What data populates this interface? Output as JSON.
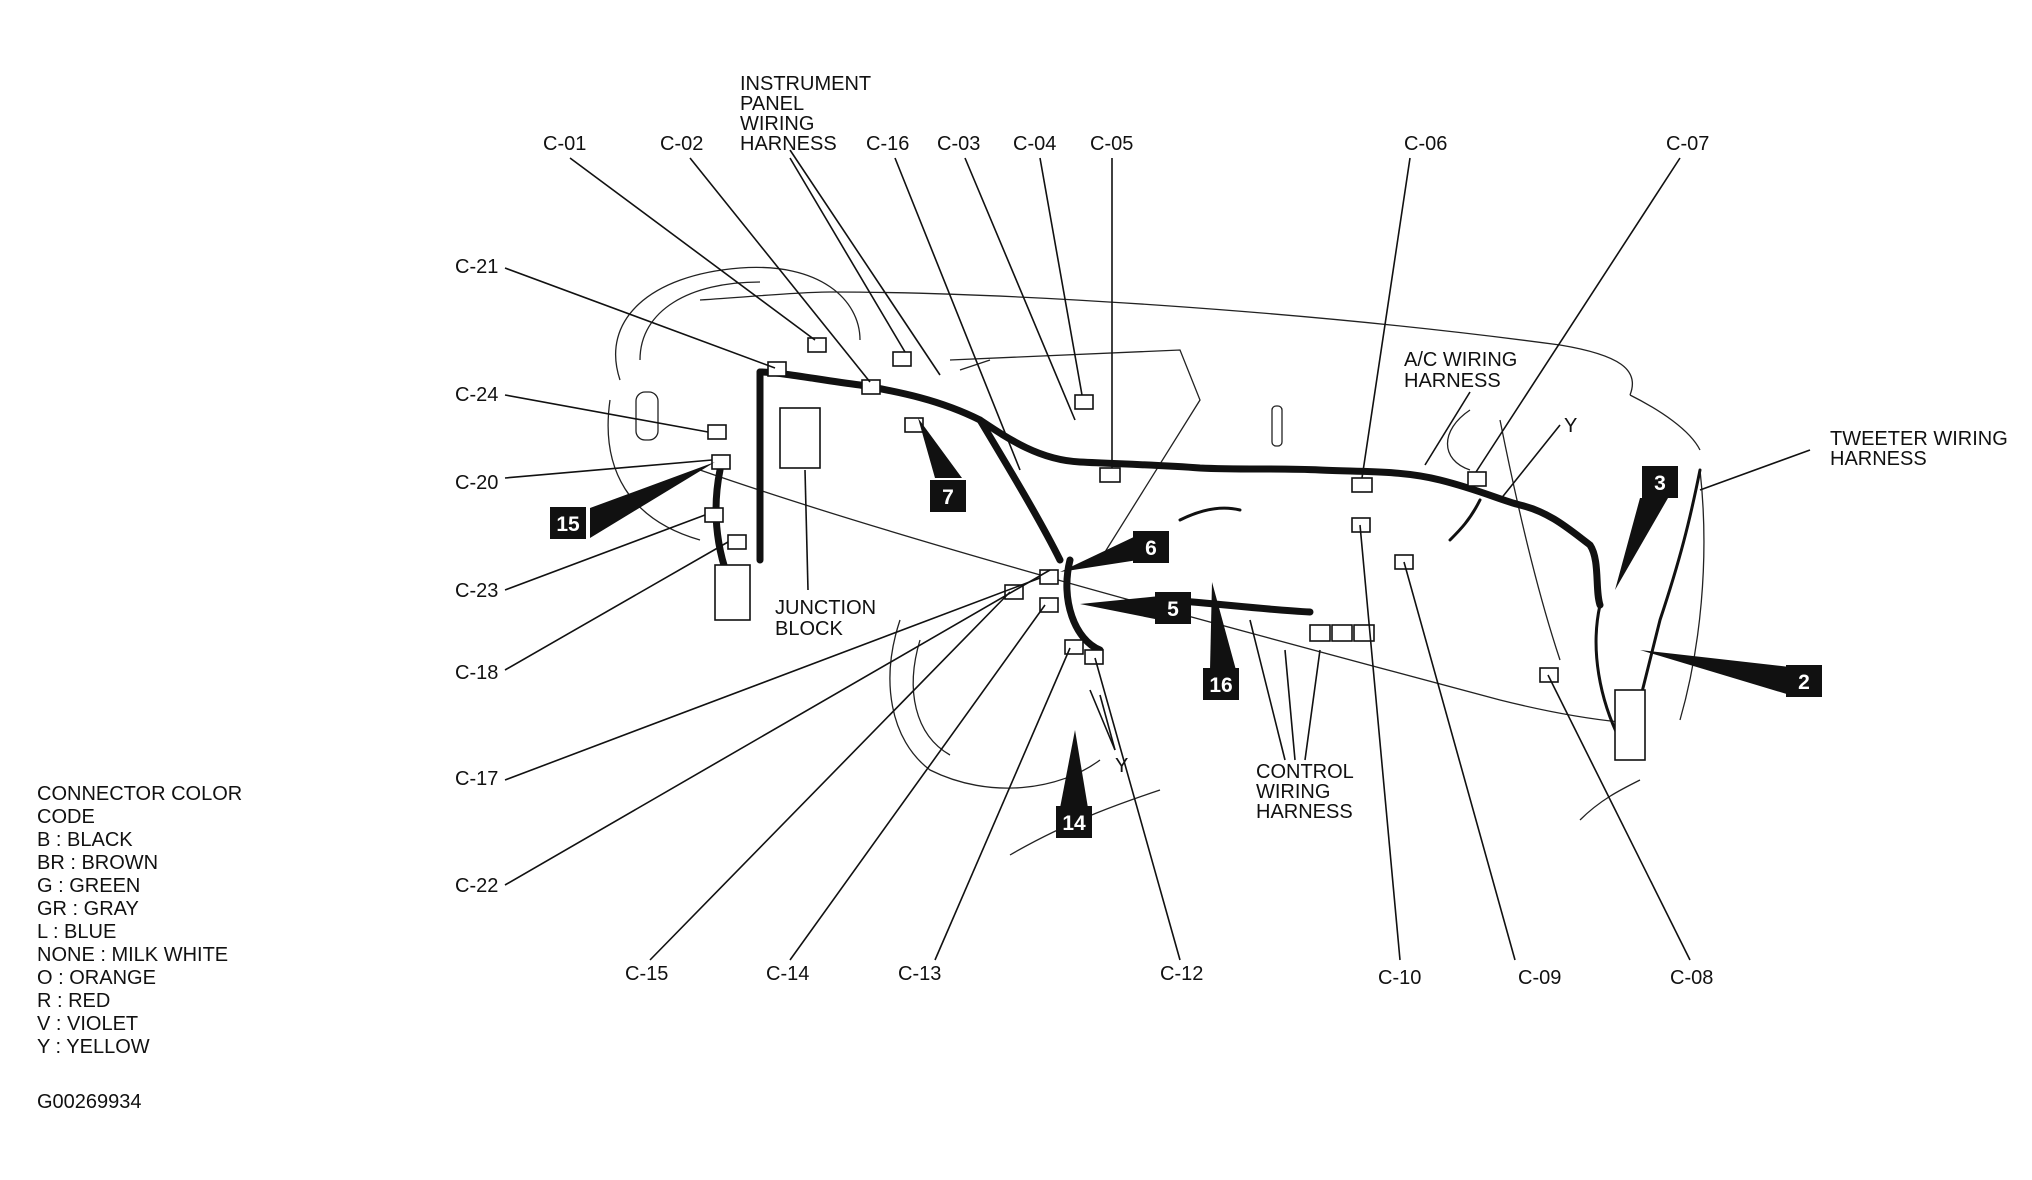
{
  "harness_labels": {
    "instrument_panel": [
      "INSTRUMENT",
      "PANEL",
      "WIRING",
      "HARNESS"
    ],
    "ac": [
      "A/C WIRING",
      "HARNESS"
    ],
    "tweeter": [
      "TWEETER WIRING",
      "HARNESS"
    ],
    "control": [
      "CONTROL",
      "WIRING",
      "HARNESS"
    ],
    "junction_block": [
      "JUNCTION",
      "BLOCK"
    ]
  },
  "connectors_top": [
    "C-01",
    "C-02",
    "C-16",
    "C-03",
    "C-04",
    "C-05",
    "C-06",
    "C-07"
  ],
  "connectors_left": [
    "C-21",
    "C-24",
    "C-20",
    "C-23",
    "C-18",
    "C-17",
    "C-22"
  ],
  "connectors_bottom": [
    "C-15",
    "C-14",
    "C-13",
    "C-12",
    "C-10",
    "C-09",
    "C-08"
  ],
  "badges": [
    "15",
    "7",
    "6",
    "5",
    "16",
    "14",
    "3",
    "2"
  ],
  "wire_color_marks": [
    "Y",
    "Y"
  ],
  "color_code": {
    "title": [
      "CONNECTOR COLOR",
      "CODE"
    ],
    "entries": [
      "B : BLACK",
      "BR : BROWN",
      "G : GREEN",
      "GR : GRAY",
      "L : BLUE",
      "NONE : MILK WHITE",
      "O : ORANGE",
      "R : RED",
      "V : VIOLET",
      "Y : YELLOW"
    ]
  },
  "figure_id": "G00269934"
}
